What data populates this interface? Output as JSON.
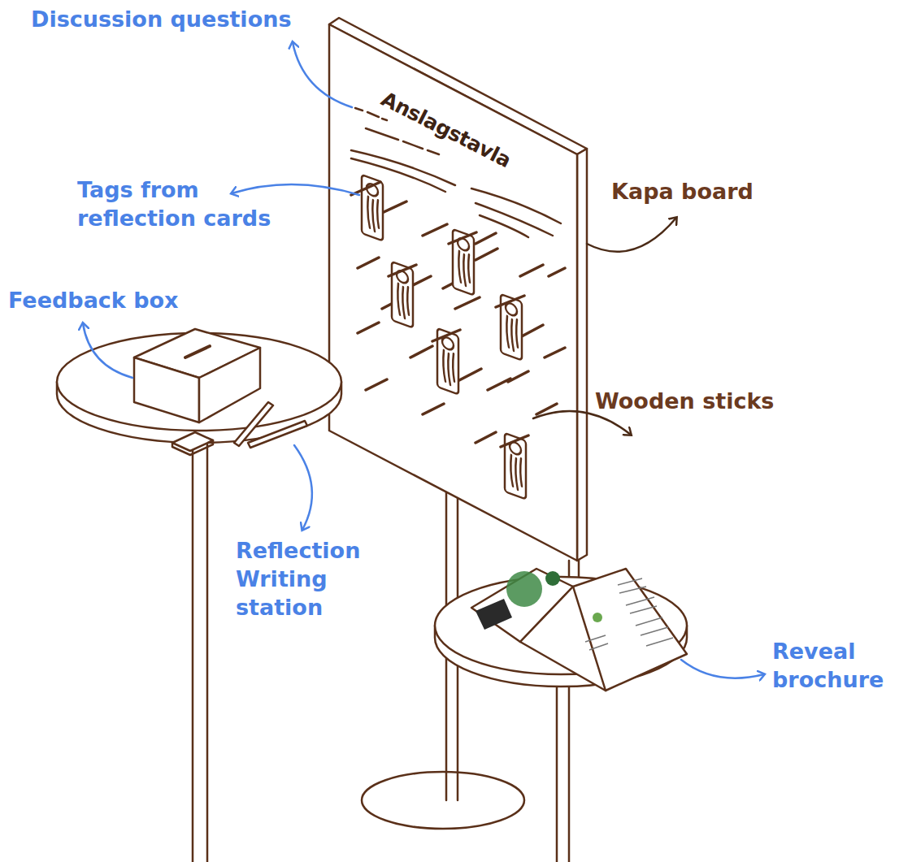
{
  "diagram": {
    "labels": [
      "Discussion questions",
      "Anslagstavla",
      "Tags from reflection cards",
      "Kapa board",
      "Feedback box",
      "Wooden sticks",
      "Reflection Writing station",
      "Reveal brochure"
    ]
  }
}
